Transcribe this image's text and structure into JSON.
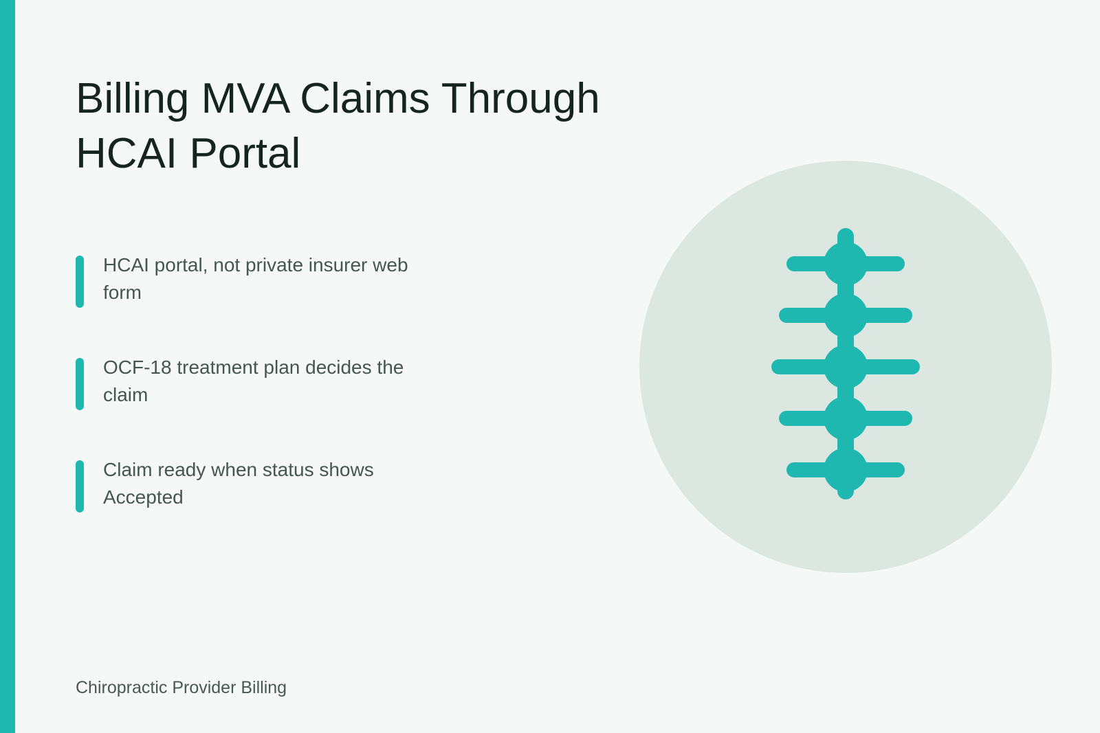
{
  "slide": {
    "title": "Billing MVA Claims Through HCAI Portal",
    "bullets": [
      "HCAI portal, not private insurer web form",
      "OCF-18 treatment plan decides the claim",
      "Claim ready when status shows Accepted"
    ],
    "footer": "Chiropractic Provider Billing"
  },
  "illustration": {
    "icon": "spine-icon"
  },
  "colors": {
    "accent": "#1fb8b0",
    "background": "#f4f8f7",
    "circle": "#dce7e2",
    "title_text": "#16241f",
    "body_text": "#46554f"
  }
}
